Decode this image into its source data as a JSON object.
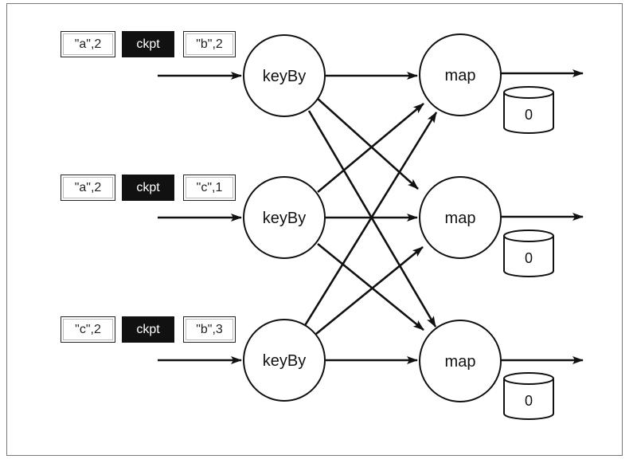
{
  "rows": [
    {
      "records": [
        "\"a\",2",
        "ckpt",
        "\"b\",2"
      ],
      "operator": "keyBy",
      "sink": "map",
      "state": "0"
    },
    {
      "records": [
        "\"a\",2",
        "ckpt",
        "\"c\",1"
      ],
      "operator": "keyBy",
      "sink": "map",
      "state": "0"
    },
    {
      "records": [
        "\"c\",2",
        "ckpt",
        "\"b\",3"
      ],
      "operator": "keyBy",
      "sink": "map",
      "state": "0"
    }
  ],
  "colors": {
    "stroke": "#111111",
    "checkpoint": "#111111",
    "background": "#ffffff"
  }
}
